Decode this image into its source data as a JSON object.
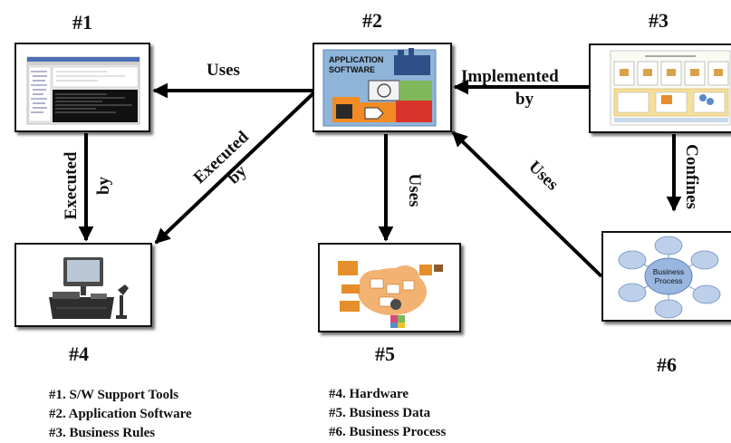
{
  "nodes": [
    {
      "id": "n1",
      "number": "#1"
    },
    {
      "id": "n2",
      "number": "#2",
      "image_text": [
        "APPLICATION",
        "SOFTWARE"
      ]
    },
    {
      "id": "n3",
      "number": "#3"
    },
    {
      "id": "n4",
      "number": "#4"
    },
    {
      "id": "n5",
      "number": "#5"
    },
    {
      "id": "n6",
      "number": "#6",
      "image_text": [
        "Business",
        "Process"
      ]
    }
  ],
  "edges": [
    {
      "from": "#2",
      "to": "#1",
      "label": [
        "Uses"
      ]
    },
    {
      "from": "#3",
      "to": "#2",
      "label": [
        "Implemented",
        "by"
      ]
    },
    {
      "from": "#1",
      "to": "#4",
      "label": [
        "Executed",
        "by"
      ]
    },
    {
      "from": "#2",
      "to": "#4",
      "label": [
        "Executed",
        "by"
      ]
    },
    {
      "from": "#2",
      "to": "#5",
      "label": [
        "Uses"
      ]
    },
    {
      "from": "#3",
      "to": "#6",
      "label": [
        "Confines"
      ]
    },
    {
      "from": "#6",
      "to": "#2",
      "label": [
        "Uses"
      ]
    }
  ],
  "legend": {
    "left": [
      "#1. S/W Support Tools",
      "#2. Application Software",
      "#3. Business Rules"
    ],
    "right": [
      "#4. Hardware",
      "#5. Business Data",
      "#6. Business Process"
    ]
  }
}
